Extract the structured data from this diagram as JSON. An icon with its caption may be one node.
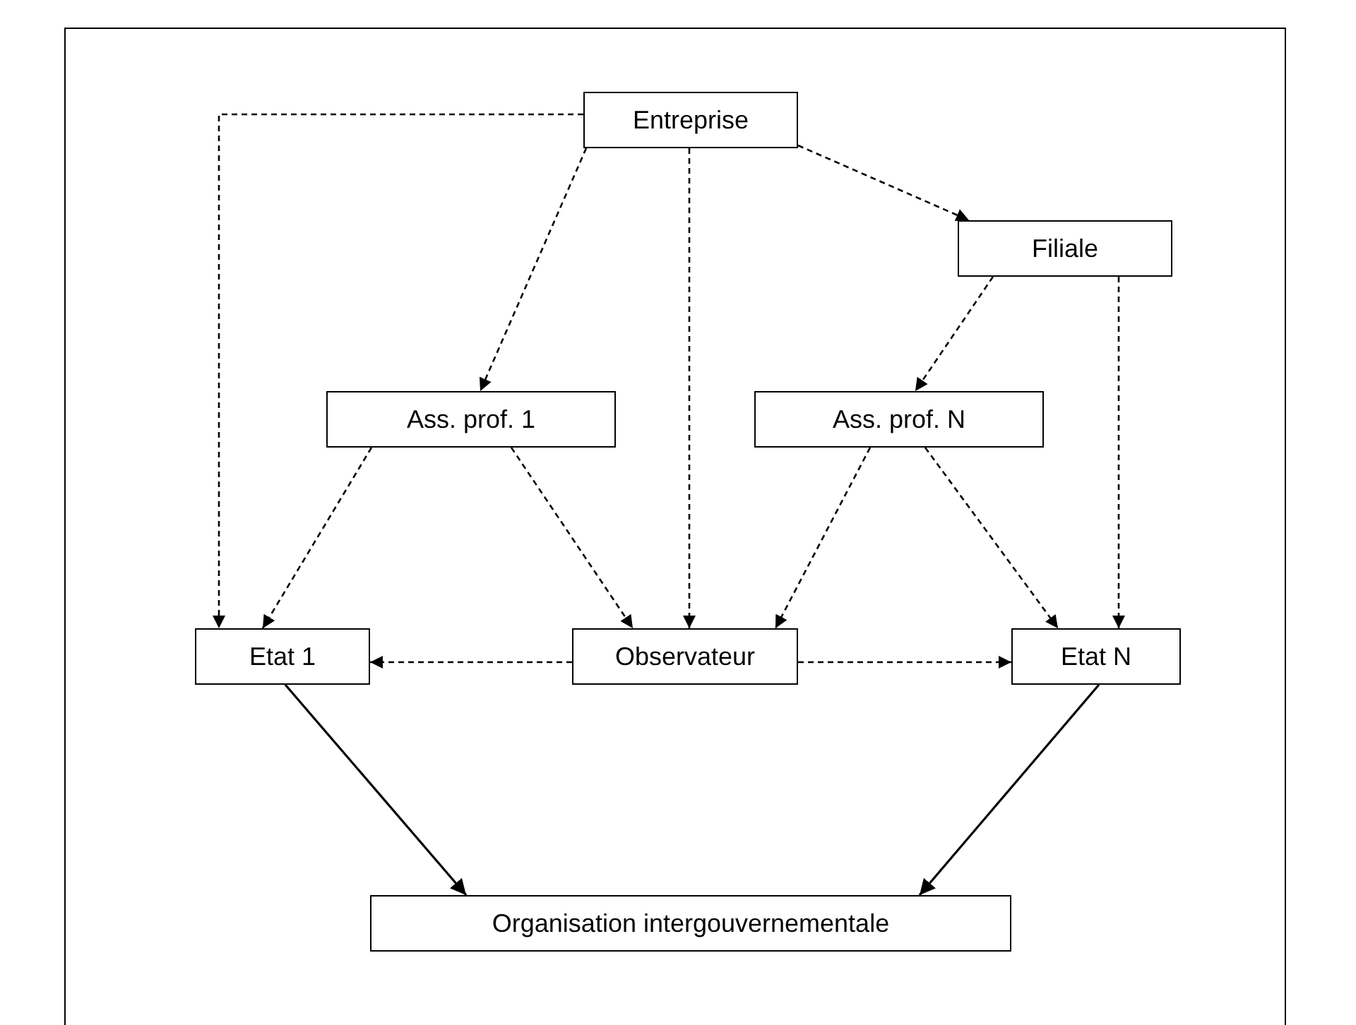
{
  "diagram": {
    "nodes": [
      {
        "text": [
          "Entreprise"
        ]
      },
      {
        "text": [
          "Filiale"
        ]
      },
      {
        "text": [
          "Ass. prof. 1"
        ]
      },
      {
        "text": [
          "Ass. prof. N"
        ]
      },
      {
        "text": [
          "Etat 1"
        ]
      },
      {
        "text": [
          "Observateur"
        ]
      },
      {
        "text": [
          "Etat N"
        ]
      },
      {
        "text": [
          "Organisation intergouvernementale"
        ]
      }
    ],
    "edges": [
      {
        "from": 0,
        "to": 4,
        "arrow": "to",
        "style": "dashed"
      },
      {
        "from": 0,
        "to": 2,
        "arrow": "to",
        "style": "dashed"
      },
      {
        "from": 0,
        "to": 5,
        "arrow": "to",
        "style": "dashed"
      },
      {
        "from": 0,
        "to": 1,
        "arrow": "to",
        "style": "dashed"
      },
      {
        "from": 1,
        "to": 3,
        "arrow": "to",
        "style": "dashed"
      },
      {
        "from": 1,
        "to": 6,
        "arrow": "to",
        "style": "dashed"
      },
      {
        "from": 2,
        "to": 4,
        "arrow": "to",
        "style": "dashed"
      },
      {
        "from": 2,
        "to": 5,
        "arrow": "to",
        "style": "dashed"
      },
      {
        "from": 3,
        "to": 5,
        "arrow": "to",
        "style": "dashed"
      },
      {
        "from": 3,
        "to": 6,
        "arrow": "to",
        "style": "dashed"
      },
      {
        "from": 5,
        "to": 4,
        "arrow": "to",
        "style": "dashed"
      },
      {
        "from": 5,
        "to": 6,
        "arrow": "to",
        "style": "dashed"
      },
      {
        "from": 4,
        "to": 7,
        "arrow": "to"
      },
      {
        "from": 6,
        "to": 7,
        "arrow": "to"
      }
    ]
  }
}
